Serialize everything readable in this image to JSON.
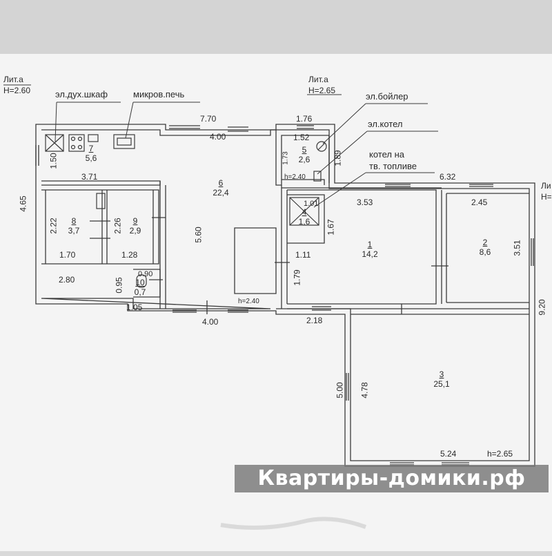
{
  "lit_left": {
    "title": "Лит.а",
    "height": "H=2.60"
  },
  "lit_center": {
    "title": "Лит.а",
    "height": "H=2.65"
  },
  "lit_right": {
    "title": "Ли",
    "height": "H="
  },
  "callouts": {
    "oven": "эл.дух.шкаф",
    "microwave": "микров.печь",
    "boiler": "эл.бойлер",
    "el_kotel": "эл.котел",
    "solid_kotel_1": "котел на",
    "solid_kotel_2": "тв. топливе"
  },
  "rooms": [
    {
      "id": "7",
      "area": "5,6"
    },
    {
      "id": "6",
      "area": "22,4"
    },
    {
      "id": "5",
      "area": "2,6"
    },
    {
      "id": "8",
      "area": "3,7"
    },
    {
      "id": "9",
      "area": "2,9"
    },
    {
      "id": "10",
      "area": "0,7"
    },
    {
      "id": "4",
      "area": "1,6"
    },
    {
      "id": "1",
      "area": "14,2"
    },
    {
      "id": "2",
      "area": "8,6"
    },
    {
      "id": "3",
      "area": "25,1"
    }
  ],
  "dims": {
    "d_770": "7.70",
    "d_400_top": "4.00",
    "d_176": "1.76",
    "d_152": "1.52",
    "d_150": "1.50",
    "d_371": "3.71",
    "d_465": "4.65",
    "d_173": "1.73",
    "d_189": "1.89",
    "d_h240a": "h=2.40",
    "d_632": "6.32",
    "d_353": "3.53",
    "d_245": "2.45",
    "d_101": "1.01",
    "d_167": "1.67",
    "d_222": "2.22",
    "d_226": "2.26",
    "d_560": "5.60",
    "d_351": "3.51",
    "d_111": "1.11",
    "d_179": "1.79",
    "d_170": "1.70",
    "d_128": "1.28",
    "d_280": "2.80",
    "d_095": "0.95",
    "d_090": "0.90",
    "d_105": "1.05",
    "d_h240b": "h=2.40",
    "d_400_bot": "4.00",
    "d_218": "2.18",
    "d_920": "9.20",
    "d_500": "5.00",
    "d_478": "4.78",
    "d_524": "5.24",
    "d_h265": "h=2.65"
  },
  "watermark": "Квартиры-домики.рф",
  "colors": {
    "paper": "#f4f4f4",
    "background": "#d9d9d9",
    "wall": "#3a3a3a",
    "ink": "#2a2a2a"
  }
}
